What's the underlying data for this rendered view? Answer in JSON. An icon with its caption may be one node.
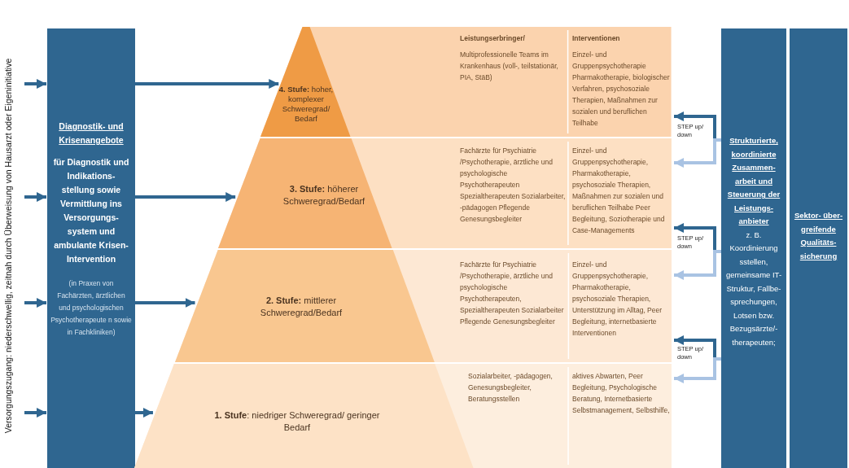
{
  "diagram": {
    "nodes": [
      {
        "text": [
          "Diagnostik- und Krisenangebote",
          "für Diagnostik und Indikations- stellung sowie Vermittlung ins Versorgungs- system und ambulante Krisen- Intervention",
          "(in Praxen von Fachärzten, ärztlichen und psychologischen Psychotherapeute n sowie in Fachkliniken)"
        ]
      },
      {
        "text": [
          "**4. Stufe:** hoher, komplexer Schweregrad/ Bedarf",
          "Leistungserbringer/",
          "Multiprofessionelle Teams im Krankenhaus (voll-, teilstationär, PIA, StäB)",
          "Interventionen",
          "Einzel- und Gruppenpsychotherapie Pharmakotherapie, biologischer Verfahren, psychosoziale Therapien, Maßnahmen zur sozialen und beruflichen Teilhabe"
        ]
      },
      {
        "text": [
          "**3. Stufe:** höherer Schweregrad/Bedarf",
          "Fachärzte für Psychiatrie /Psychotherapie, ärztliche und psychologische Psychotherapeuten Spezialtherapeuten Sozialarbeiter, -pädagogen Pflegende Genesungsbegleiter",
          "Einzel- und Gruppenpsychotherapie, Pharmakotherapie, psychosoziale Therapien, Maßnahmen zur sozialen und beruflichen Teilhabe Peer Begleitung, Soziotherapie und Case-Managements"
        ]
      },
      {
        "text": [
          "**2. Stufe:** mittlerer Schweregrad/Bedarf",
          "Fachärzte für Psychiatrie /Psychotherapie, ärztliche und psychologische Psychotherapeuten, Spezialtherapeuten Sozialarbeiter Pflegende Genesungsbegleiter",
          "Einzel- und Gruppenpsychotherapie, Pharmakotherapie, psychosoziale Therapien, Unterstützung im Alltag, Peer Begleitung, internetbasierte Interventionen"
        ]
      },
      {
        "text": [
          "**1. Stufe**: niedriger Schweregrad/ geringer Bedarf",
          "Sozialarbeiter, -pädagogen, Genesungsbegleiter, Beratungsstellen",
          "aktives Abwarten, Peer Begleitung, Psychologische Beratung, Internetbasierte Selbstmanagement, Selbsthilfe,"
        ]
      },
      {
        "text": [
          "Strukturierte, koordinierte Zusammen- arbeit und Steuerung der Leistungs- anbieter",
          "z. B. Koordinierung sstellen, gemeinsame IT-Struktur, Fallbe- sprechungen, Lotsen bzw. Bezugsärzte/- therapeuten;"
        ]
      },
      {
        "text": [
          "Sektor- über- greifende Qualitäts- sicherung"
        ]
      }
    ],
    "edges": [
      {
        "from": null,
        "to": 0,
        "arrow": "to"
      },
      {
        "from": null,
        "to": 0,
        "arrow": "to"
      },
      {
        "from": null,
        "to": 0,
        "arrow": "to"
      },
      {
        "from": null,
        "to": 0,
        "arrow": "to"
      },
      {
        "from": 0,
        "to": 1,
        "arrow": "to"
      },
      {
        "from": 0,
        "to": 2,
        "arrow": "to"
      },
      {
        "from": 0,
        "to": 3,
        "arrow": "to"
      },
      {
        "from": 0,
        "to": 4,
        "arrow": "to"
      },
      {
        "from": 5,
        "to": 1,
        "arrow": "to",
        "label": "STEP up/ down"
      },
      {
        "from": 5,
        "to": 2,
        "arrow": "to",
        "color": "#a9c3e3"
      },
      {
        "from": 5,
        "to": 2,
        "arrow": "to",
        "label": "STEP up/ down"
      },
      {
        "from": 5,
        "to": 3,
        "arrow": "to",
        "color": "#a9c3e3"
      },
      {
        "from": 5,
        "to": 3,
        "arrow": "to",
        "label": "STEP up/ down"
      },
      {
        "from": 5,
        "to": 4,
        "arrow": "to",
        "color": "#a9c3e3"
      }
    ],
    "labels": [
      "Versorgungszugang: niederschwellig, zeitnah durch Überweisung von Hausarzt oder Eigeninitiative"
    ]
  }
}
